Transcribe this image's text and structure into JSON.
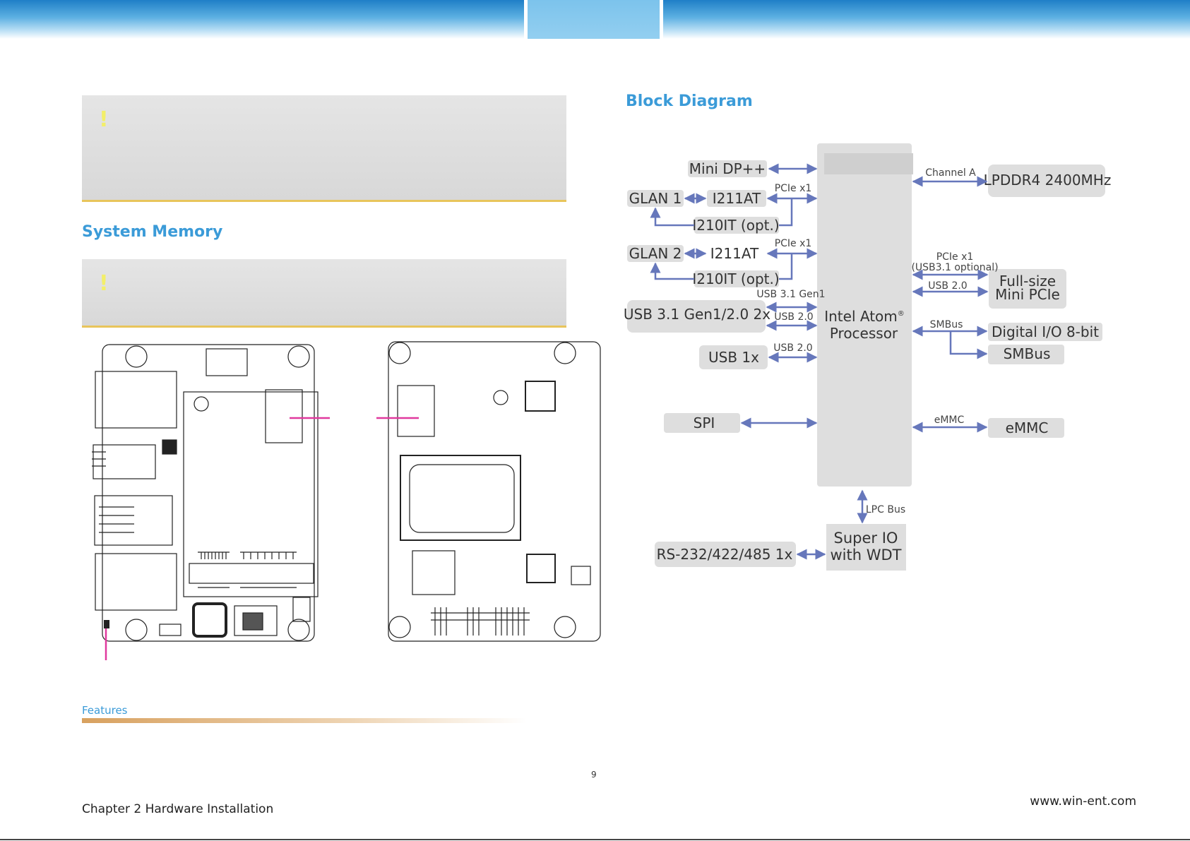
{
  "headings": {
    "system_memory": "System Memory",
    "block_diagram": "Block Diagram"
  },
  "notes": {
    "note1_icon": "!",
    "note2_icon": "!"
  },
  "footer": {
    "section": "Features",
    "page_number": "9",
    "chapter": "Chapter 2 Hardware Installation",
    "url": "www.win-ent.com"
  },
  "diagram": {
    "cpu": {
      "line1": "Intel Atom",
      "sup": "®",
      "line2": "Processor"
    },
    "super_io": {
      "line1": "Super IO",
      "line2": "with WDT"
    },
    "left_blocks": {
      "minidp": "Mini DP++",
      "glan1": "GLAN 1",
      "i211_1": "I211AT",
      "i210_1": "I210IT (opt.)",
      "glan2": "GLAN 2",
      "i211_2": "I211AT",
      "i210_2": "I210IT (opt.)",
      "usb31": "USB 3.1 Gen1/2.0 2x",
      "usb1x": "USB 1x",
      "spi": "SPI",
      "rs232": "RS-232/422/485 1x"
    },
    "right_blocks": {
      "lpddr4": "LPDDR4 2400MHz",
      "minipcie_1": "Full-size",
      "minipcie_2": "Mini PCIe",
      "dio": "Digital I/O 8-bit",
      "smbus_dev": "SMBus",
      "emmc": "eMMC"
    },
    "bus_labels": {
      "pcie1": "PCIe x1",
      "pcie2": "PCIe x1",
      "usb31gen1": "USB 3.1 Gen1",
      "usb20_a": "USB 2.0",
      "usb20_b": "USB 2.0",
      "channel_a": "Channel A",
      "pcie_right": "PCIe x1",
      "pcie_right_opt": "(USB3.1 optional)",
      "usb20_right": "USB 2.0",
      "smbus": "SMBus",
      "emmc_bus": "eMMC",
      "lpc": "LPC Bus"
    }
  },
  "colors": {
    "accent_blue": "#3b9bd8",
    "arrow": "#6677bb",
    "box_gray": "#dedede",
    "marker_pink": "#e0399e",
    "note_border": "#e8c55b"
  }
}
